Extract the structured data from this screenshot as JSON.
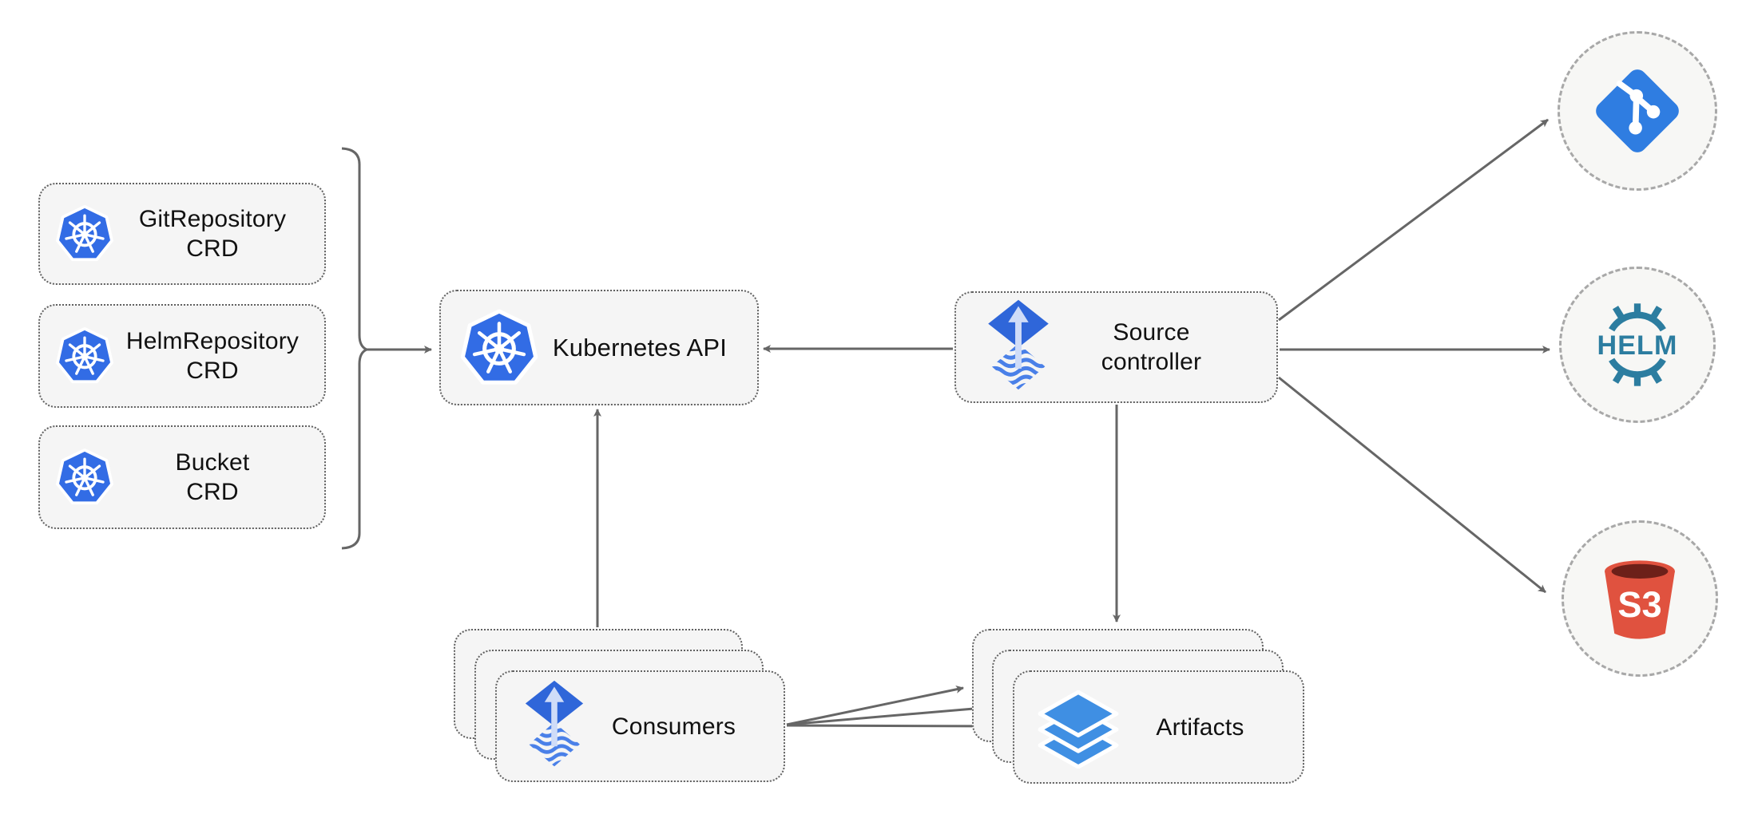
{
  "colors": {
    "kubernetes_blue": "#326ce5",
    "flux_blue": "#2f66d9",
    "flux_wave_blue": "#4a80e8",
    "flux_arrow_light": "#cfdcf8",
    "git_blue": "#2f7de1",
    "helm_teal": "#2c7da0",
    "s3_red": "#e0523f",
    "s3_dark": "#6d2019",
    "layers_blue": "#3f8fe3",
    "node_fill": "#f5f5f5",
    "node_border": "#616161",
    "circle_fill": "#f7f7f5",
    "circle_border": "#a8a8a8",
    "arrow_gray": "#666666",
    "text_color": "#111111"
  },
  "crds": [
    {
      "line1": "GitRepository",
      "line2": "CRD"
    },
    {
      "line1": "HelmRepository",
      "line2": "CRD"
    },
    {
      "line1": "Bucket",
      "line2": "CRD"
    }
  ],
  "kubernetes_api": {
    "label": "Kubernetes API"
  },
  "source_controller": {
    "line1": "Source",
    "line2": "controller"
  },
  "consumers": {
    "label": "Consumers"
  },
  "artifacts": {
    "label": "Artifacts"
  },
  "externals": {
    "helm_text": "HELM",
    "s3_text": "S3"
  },
  "edges": [
    {
      "from": "crd-group-bracket",
      "to": "kubernetes-api"
    },
    {
      "from": "source-controller",
      "to": "kubernetes-api"
    },
    {
      "from": "consumers",
      "to": "kubernetes-api"
    },
    {
      "from": "source-controller",
      "to": "artifacts"
    },
    {
      "from": "source-controller",
      "to": "git-circle"
    },
    {
      "from": "source-controller",
      "to": "helm-circle"
    },
    {
      "from": "source-controller",
      "to": "s3-circle"
    },
    {
      "from": "consumers",
      "to": "artifacts",
      "count": 3
    }
  ]
}
